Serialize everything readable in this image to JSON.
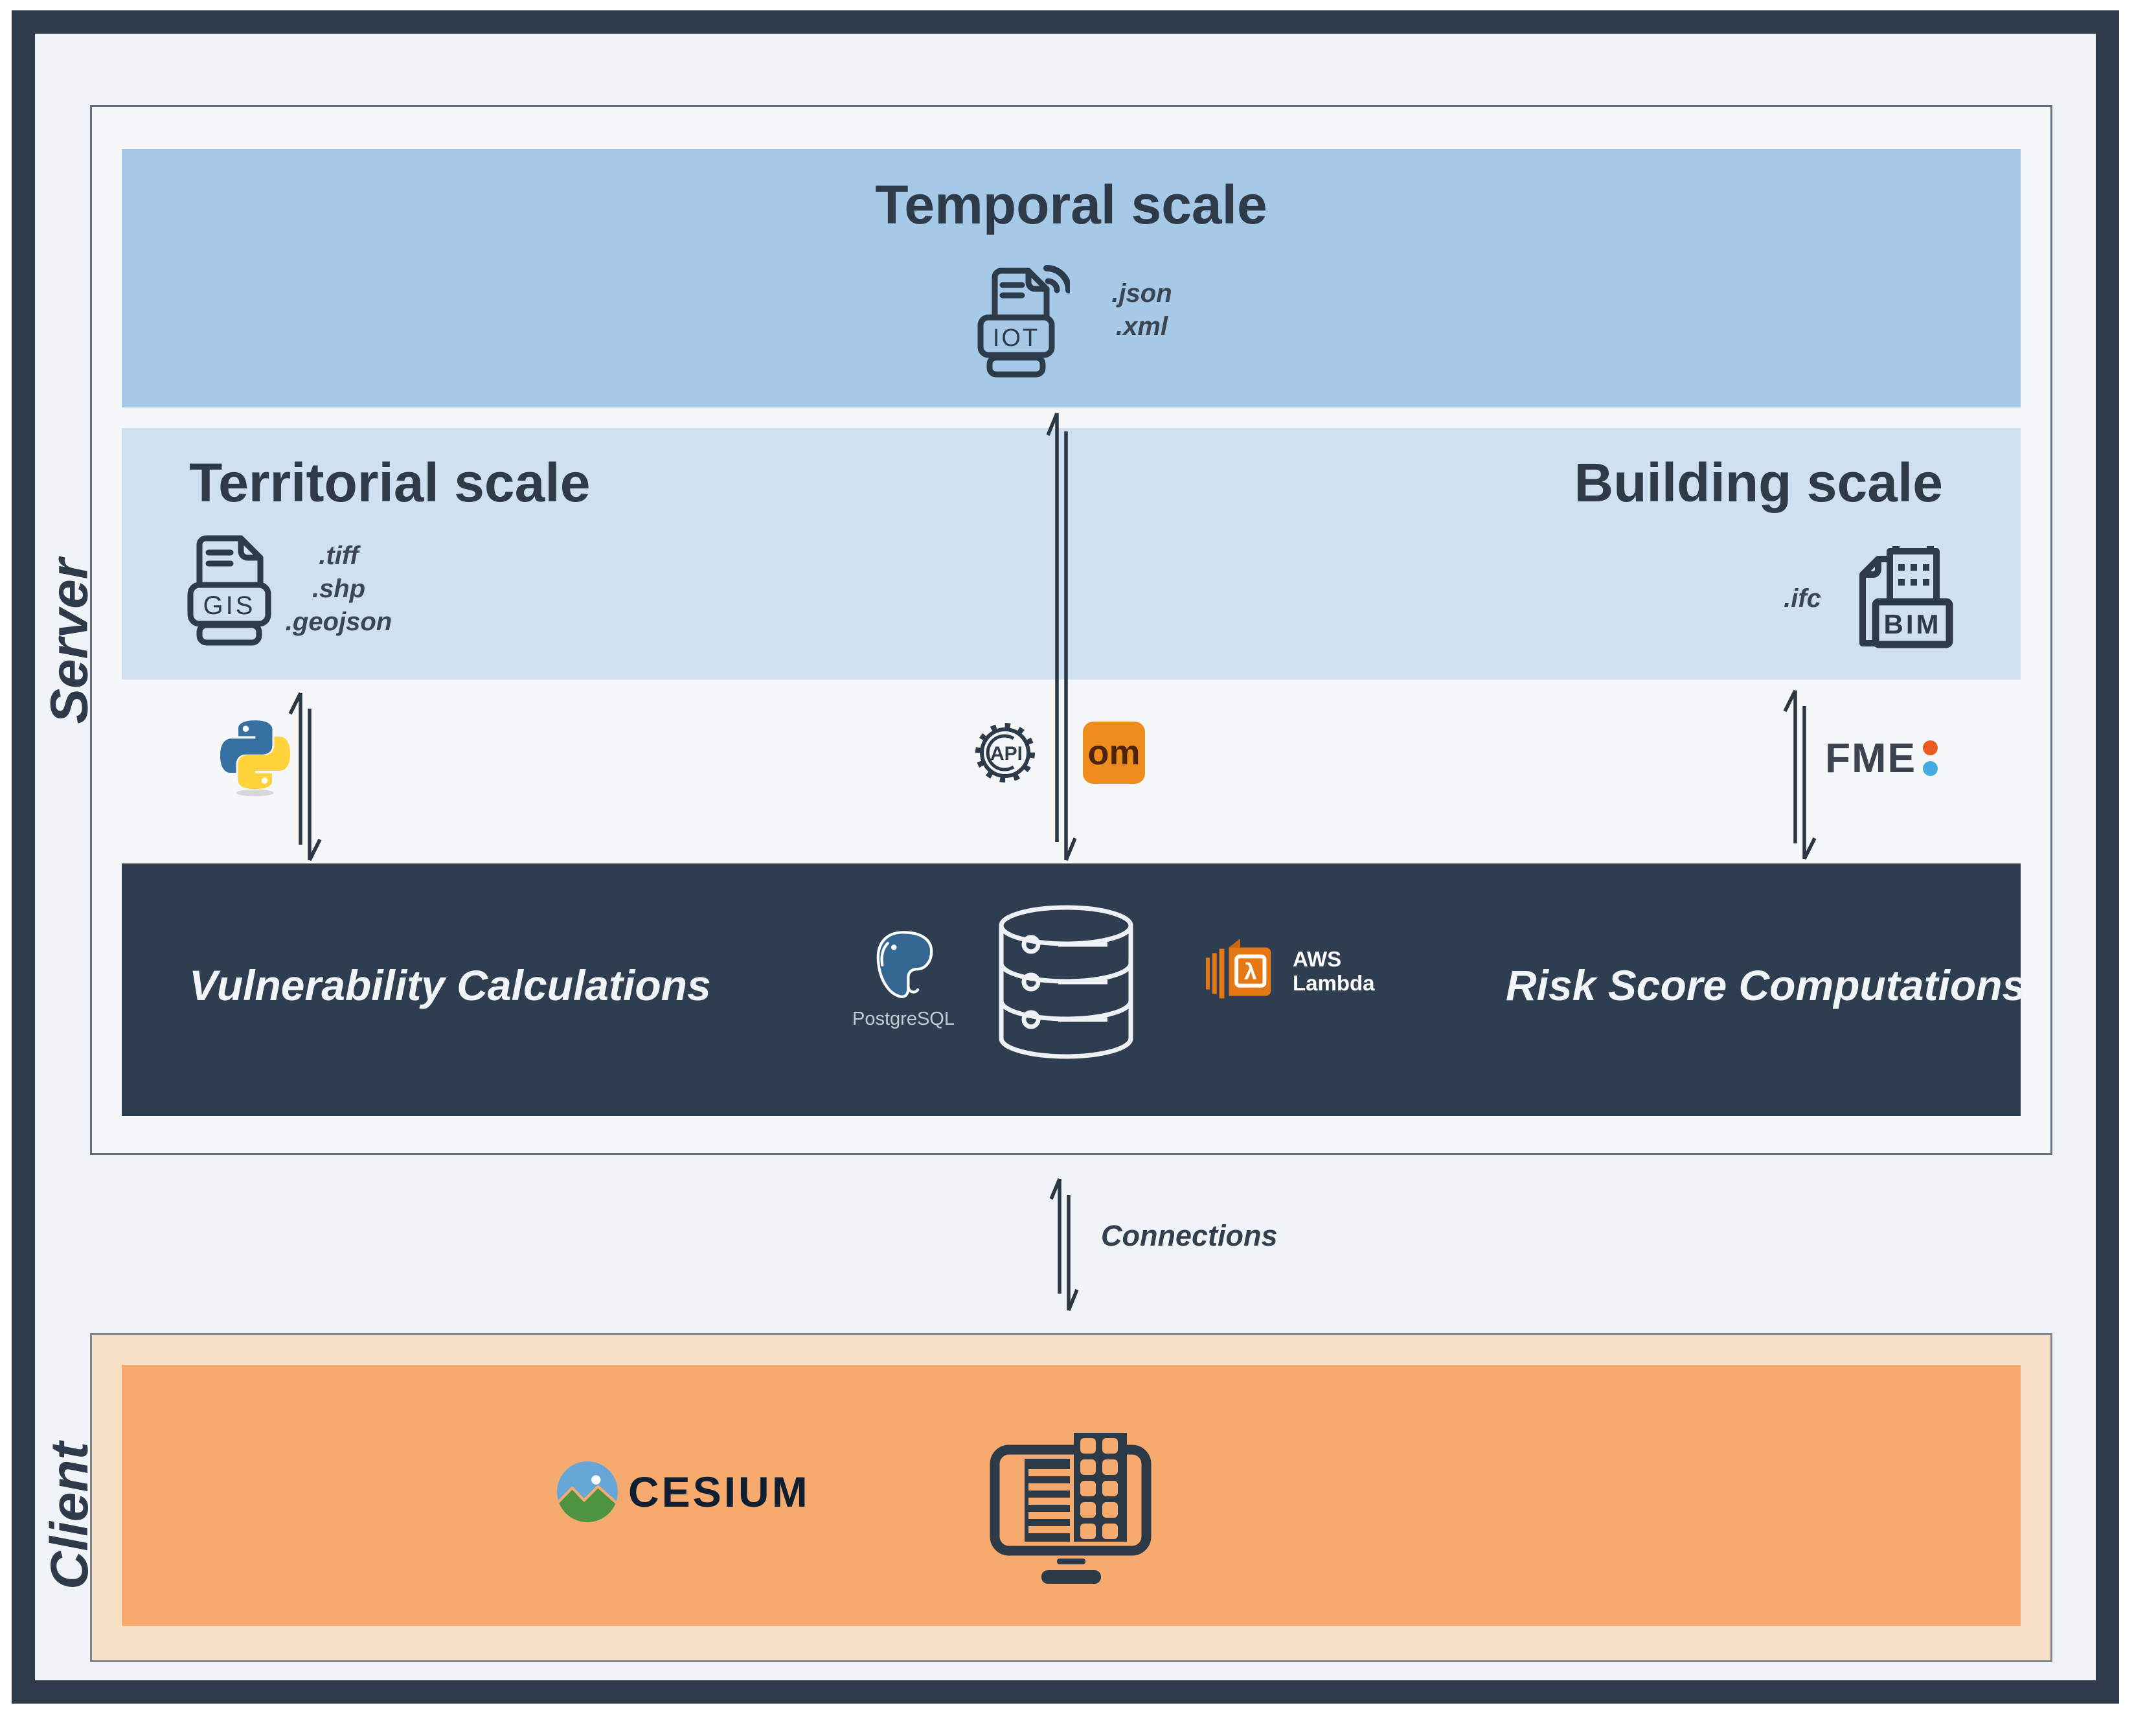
{
  "server": {
    "label": "Server",
    "temporal": {
      "title": "Temporal scale",
      "icon_label": "IOT",
      "formats": [
        ".json",
        ".xml"
      ]
    },
    "territorial": {
      "title": "Territorial scale",
      "icon_label": "GIS",
      "formats": [
        ".tiff",
        ".shp",
        ".geojson"
      ]
    },
    "building": {
      "title": "Building scale",
      "icon_label": "BIM",
      "formats": [
        ".ifc"
      ]
    },
    "tools": {
      "api_label": "API",
      "om_label": "om",
      "fme_label": "FME"
    },
    "processing": {
      "left_label": "Vulnerability Calculations",
      "right_label": "Risk Score Computations",
      "postgresql_label": "PostgreSQL",
      "aws_line1": "AWS",
      "aws_line2": "Lambda",
      "lambda_glyph": "λ"
    }
  },
  "connections": {
    "label": "Connections"
  },
  "client": {
    "label": "Client",
    "cesium_label": "CESIUM"
  },
  "colors": {
    "frame": "#2e3a4a",
    "canvas_bg": "#f0f4f9",
    "server_bg": "#f6f7f8",
    "temporal_band": "#a6c9e7",
    "scale_band": "#cfe0f1",
    "processing_band": "#2e3e50",
    "client_outer": "#f8e0c7",
    "client_inner": "#f6aa6e",
    "om_orange": "#ee8c1d",
    "aws_orange": "#e57714",
    "fme_dot_orange": "#e85a1f",
    "fme_dot_blue": "#45aadf",
    "python_blue": "#3671a1",
    "python_yellow": "#ffd43b",
    "postgres_blue": "#336791",
    "cesium_sky": "#67a7d8",
    "cesium_green": "#4d9440",
    "arrow": "#2b3844",
    "dark_icon": "#2d3a49"
  }
}
